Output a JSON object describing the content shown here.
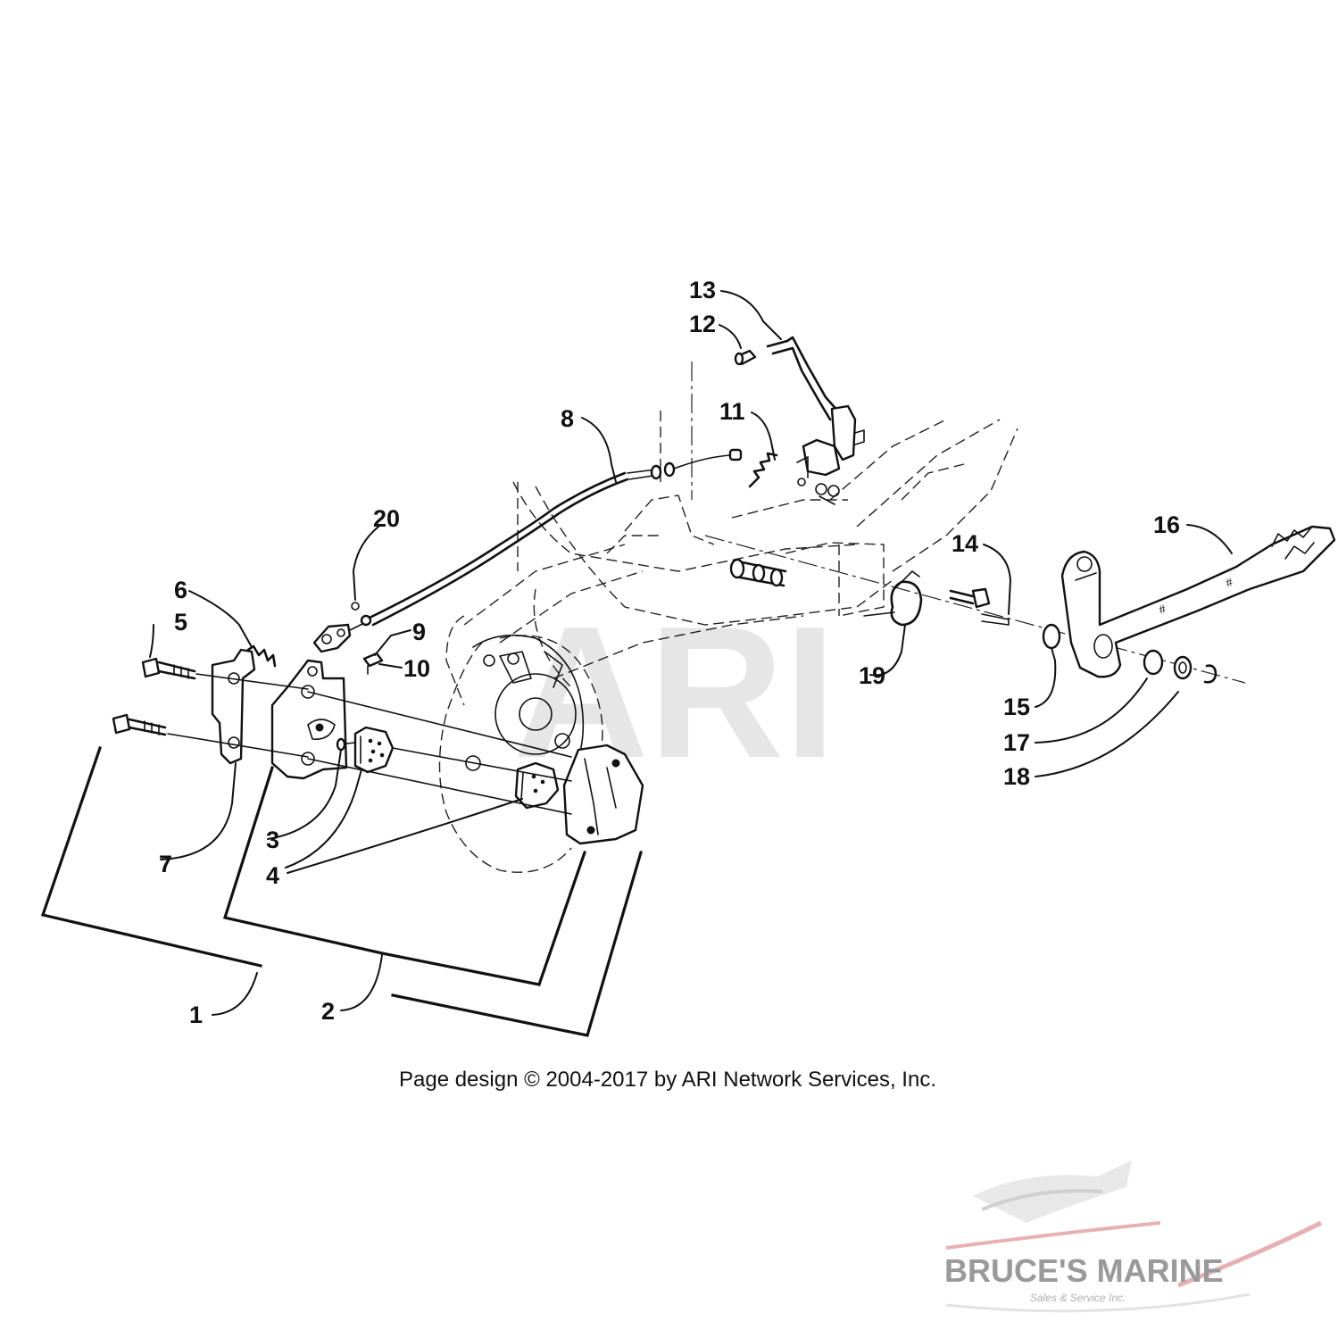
{
  "watermark": {
    "text": "ARI"
  },
  "copyright": "Page design © 2004-2017 by ARI Network Services, Inc.",
  "logo": {
    "name": "BRUCE'S MARINE",
    "tagline": "Sales & Service Inc."
  },
  "callouts": {
    "c1": "1",
    "c2": "2",
    "c3": "3",
    "c4": "4",
    "c5": "5",
    "c6": "6",
    "c7": "7",
    "c8": "8",
    "c9": "9",
    "c10": "10",
    "c11": "11",
    "c12": "12",
    "c13": "13",
    "c14": "14",
    "c15": "15",
    "c16": "16",
    "c17": "17",
    "c18": "18",
    "c19": "19",
    "c20": "20"
  }
}
